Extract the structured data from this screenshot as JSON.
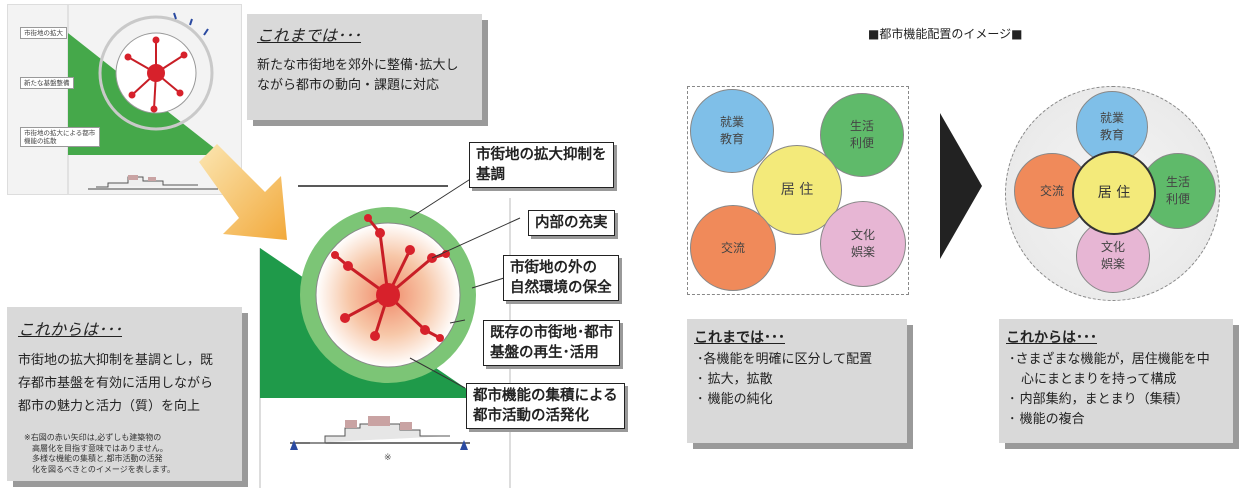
{
  "left": {
    "thumb_labels": {
      "expansion": "市街地の拡大",
      "new_dev": "新たな基盤整備",
      "diffusion": "市街地の拡大による都市機能の拡散"
    },
    "past": {
      "title": "これまでは･･･",
      "text_lines": [
        "新たな市街地を郊外に整備･拡大し",
        "ながら都市の動向・課題に対応"
      ]
    },
    "future": {
      "title": "これからは･･･",
      "text_lines": [
        "市街地の拡大抑制を基調とし，既",
        "存都市基盤を有効に活用しながら",
        "都市の魅力と活力（質）を向上"
      ],
      "note_lines": [
        "※右図の赤い矢印は,必ずしも建築物の",
        "高層化を目指す意味ではありません。",
        "多様な機能の集積と,都市活動の活発",
        "化を図るべきとのイメージを表します。"
      ]
    },
    "callouts": {
      "c1_l1": "市街地の拡大抑制を",
      "c1_l2": "基調",
      "c2": "内部の充実",
      "c3_l1": "市街地の外の",
      "c3_l2": "自然環境の保全",
      "c4_l1": "既存の市街地･都市",
      "c4_l2": "基盤の再生･活用",
      "c5_l1": "都市機能の集積による",
      "c5_l2": "都市活動の活発化"
    },
    "note_mark": "※"
  },
  "right": {
    "title": "■都市機能配置のイメージ■",
    "past_diagram": {
      "work": [
        "就業",
        "教育"
      ],
      "life": [
        "生活",
        "利便"
      ],
      "residence": "居 住",
      "exchange": "交流",
      "culture": [
        "文化",
        "娯楽"
      ]
    },
    "future_diagram": {
      "work": [
        "就業",
        "教育"
      ],
      "life": [
        "生活",
        "利便"
      ],
      "residence": "居 住",
      "exchange": "交流",
      "culture": [
        "文化",
        "娯楽"
      ]
    },
    "past": {
      "title": "これまでは･･･",
      "bullets": [
        "･各機能を明確に区分して配置",
        "･ 拡大，拡散",
        "･ 機能の純化"
      ]
    },
    "future": {
      "title": "これからは･･･",
      "bullets": [
        "･さまざまな機能が，居住機能を中",
        "心にまとまりを持って構成",
        "･ 内部集約，まとまり（集積）",
        "･ 機能の複合"
      ]
    }
  },
  "colors": {
    "green": "#1f9a4a",
    "light_green": "#7cc576",
    "red": "#d7212b",
    "orange_arrow": "#f2a93b",
    "work": "#7fbfe8",
    "life": "#5fba6a",
    "residence": "#f3ea7a",
    "exchange": "#f08a5a",
    "culture": "#e7b6d4"
  }
}
